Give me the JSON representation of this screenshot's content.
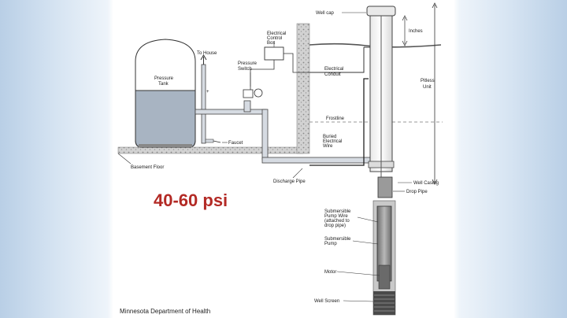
{
  "labels": {
    "well_cap": "Well cap",
    "inches": "Inches",
    "pitless_unit": [
      "Pitless",
      "Unit"
    ],
    "electrical_control_box": [
      "Electrical",
      "Control",
      "Box"
    ],
    "to_house": "To House",
    "pressure_switch": [
      "Pressure",
      "Switch"
    ],
    "pressure_tank": [
      "Pressure",
      "Tank"
    ],
    "electrical_conduit": [
      "Electrical",
      "Conduit"
    ],
    "frostline": "Frostline",
    "buried_electrical_wire": [
      "Buried",
      "Electrical",
      "Wire"
    ],
    "faucet": "Faucet",
    "basement_floor": "Basement Floor",
    "discharge_pipe": "Discharge Pipe",
    "well_casing": "Well Casing",
    "drop_pipe": "Drop Pipe",
    "submersible_pump_wire": [
      "Submersible",
      "Pump Wire",
      "(attached to",
      "drop pipe)"
    ],
    "submersible_pump": [
      "Submersible",
      "Pump"
    ],
    "motor": "Motor",
    "well_screen": "Well Screen"
  },
  "pressure_range": "40-60 psi",
  "credit": "Minnesota Department of Health",
  "colors": {
    "water": "#a8b4c2",
    "pressure_text": "#b32a25",
    "pipe": "#d6dbe2",
    "soil": "#cfcfcf"
  }
}
